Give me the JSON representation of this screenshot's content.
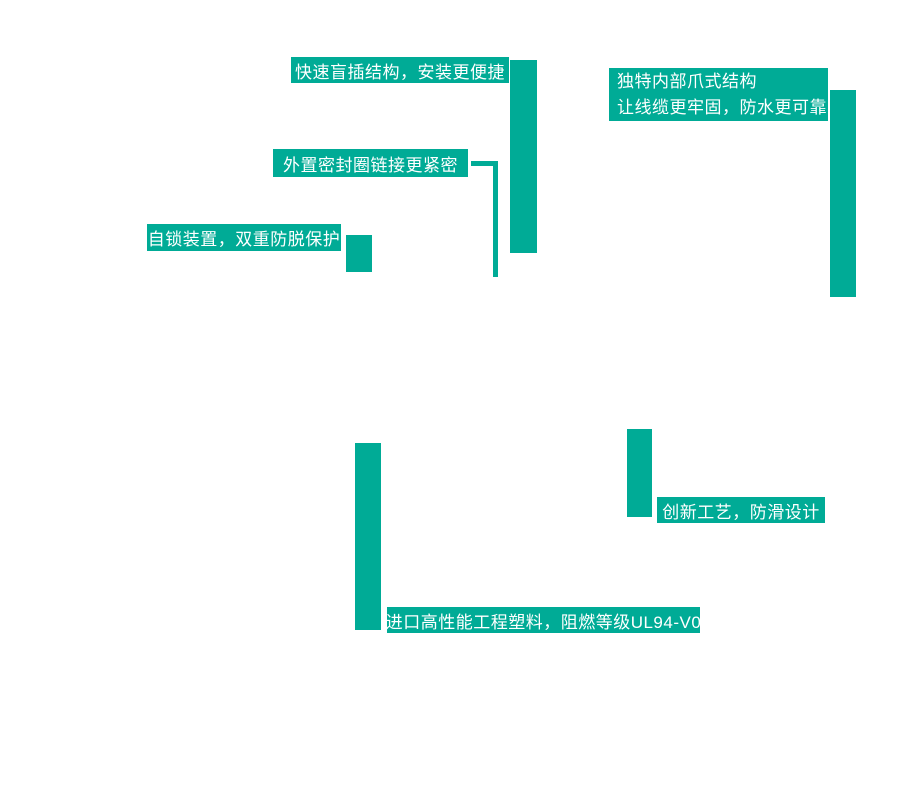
{
  "page": {
    "background": "#ffffff",
    "accent": "#00ab96",
    "label_text_color": "#ffffff"
  },
  "diagram": {
    "description_type": "product-feature-callouts",
    "callouts": {
      "quick_insert": {
        "text": "快速盲插结构，安装更便捷"
      },
      "seal_ring": {
        "text": "外置密封圈链接更紧密"
      },
      "self_lock": {
        "text": "自锁装置，双重防脱保护"
      },
      "claw_structure": {
        "line1": "独特内部爪式结构",
        "line2": "让线缆更牢固，防水更可靠"
      },
      "anti_slip": {
        "text": "创新工艺，防滑设计"
      },
      "material": {
        "text": "进口高性能工程塑料，阻燃等级UL94-V0"
      }
    }
  }
}
